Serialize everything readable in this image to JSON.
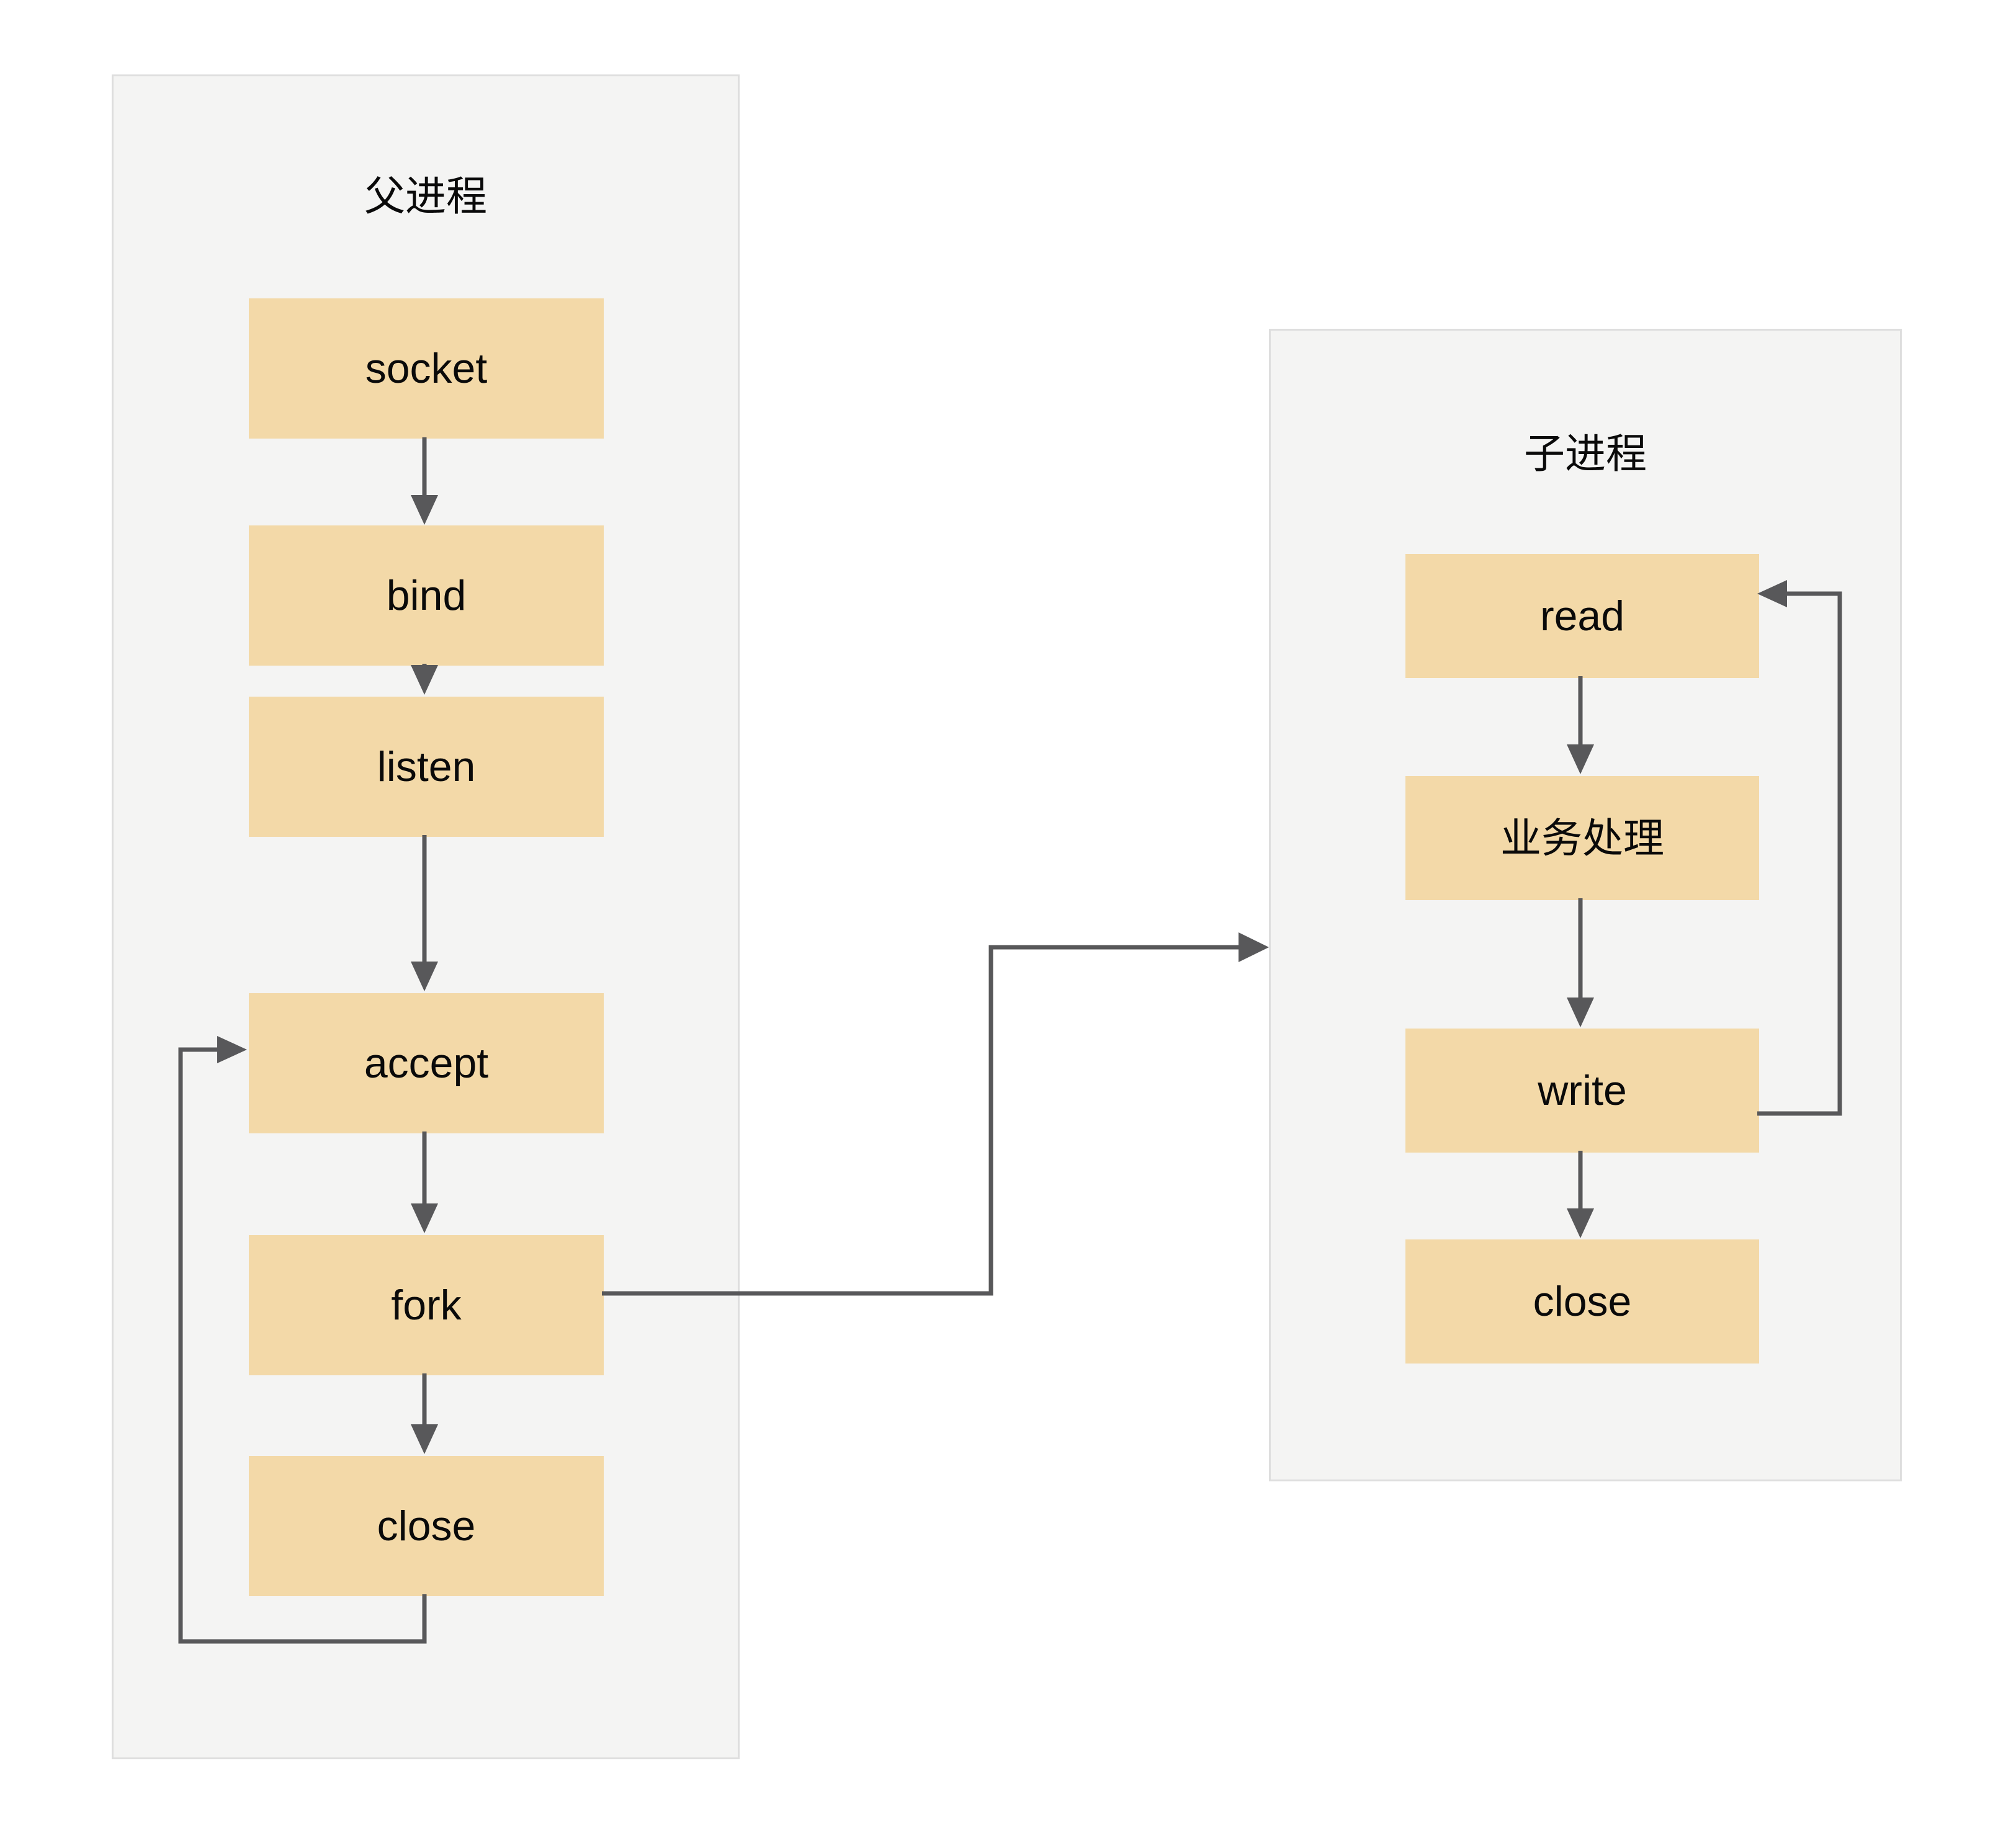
{
  "diagram": {
    "title": "",
    "colors": {
      "node_fill": "#F3D9A8",
      "panel_fill": "#F4F4F3",
      "panel_border": "#DEDEDE",
      "edge": "#58585A",
      "text": "#0A0A0A",
      "page_background": "#FFFFFF"
    }
  },
  "parent_process": {
    "title": "父进程",
    "nodes": [
      {
        "id": "socket",
        "label": "socket"
      },
      {
        "id": "bind",
        "label": "bind"
      },
      {
        "id": "listen",
        "label": "listen"
      },
      {
        "id": "accept",
        "label": "accept"
      },
      {
        "id": "fork",
        "label": "fork"
      },
      {
        "id": "close",
        "label": "close"
      }
    ]
  },
  "child_process": {
    "title": "子进程",
    "nodes": [
      {
        "id": "read",
        "label": "read"
      },
      {
        "id": "biz",
        "label": "业务处理"
      },
      {
        "id": "write",
        "label": "write"
      },
      {
        "id": "close",
        "label": "close"
      }
    ]
  },
  "edges": [
    {
      "from": "socket",
      "to": "bind",
      "kind": "straight-down"
    },
    {
      "from": "bind",
      "to": "listen",
      "kind": "straight-down"
    },
    {
      "from": "listen",
      "to": "accept",
      "kind": "straight-down"
    },
    {
      "from": "accept",
      "to": "fork",
      "kind": "straight-down"
    },
    {
      "from": "fork",
      "to": "close",
      "kind": "straight-down"
    },
    {
      "from": "close",
      "to": "accept",
      "kind": "loop-back-left"
    },
    {
      "from": "fork",
      "to": "child_process",
      "kind": "step-right-up"
    },
    {
      "from": "read",
      "to": "biz",
      "kind": "straight-down"
    },
    {
      "from": "biz",
      "to": "write",
      "kind": "straight-down"
    },
    {
      "from": "write",
      "to": "close",
      "kind": "straight-down"
    },
    {
      "from": "write",
      "to": "read",
      "kind": "loop-back-right"
    }
  ]
}
